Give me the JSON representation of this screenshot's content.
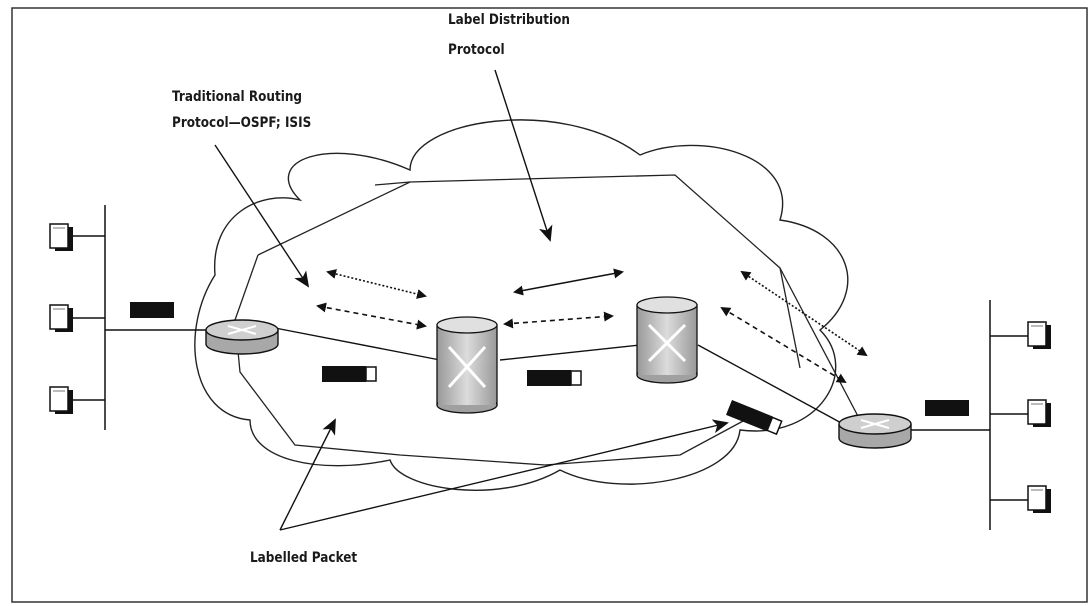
{
  "labels": {
    "ldp_line1": "Label Distribution",
    "ldp_line2": "Protocol",
    "trp_line1": "Traditional Routing",
    "trp_line2": "Protocol—OSPF; ISIS",
    "packet": "Labelled Packet"
  },
  "icons": [
    "host-icon",
    "router-icon",
    "lsr-switch-icon",
    "labelled-packet-icon",
    "packet-icon"
  ],
  "colors": {
    "line": "#222222",
    "router_body": "#bdbdbd",
    "switch_body": "#d6d6d6",
    "packet": "#111111"
  }
}
